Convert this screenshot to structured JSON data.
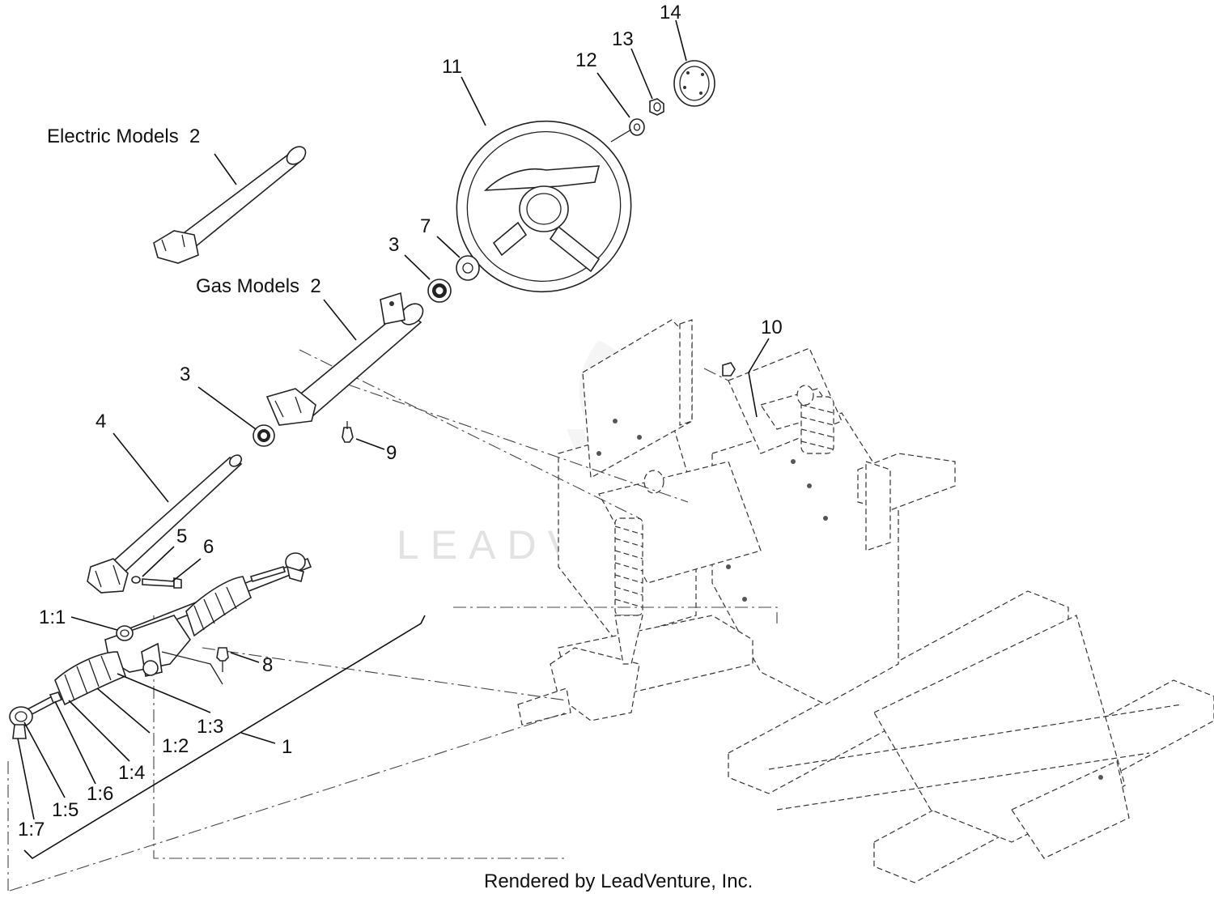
{
  "watermark": {
    "text": "LEADVENTURE"
  },
  "footer": {
    "credit": "Rendered by LeadVenture, Inc."
  },
  "callouts": [
    {
      "id": "c14",
      "text": "14"
    },
    {
      "id": "c13",
      "text": "13"
    },
    {
      "id": "c12",
      "text": "12"
    },
    {
      "id": "c11",
      "text": "11"
    },
    {
      "id": "c-electric",
      "text": "Electric Models  2"
    },
    {
      "id": "c7",
      "text": "7"
    },
    {
      "id": "c3a",
      "text": "3"
    },
    {
      "id": "c-gas",
      "text": "Gas Models  2"
    },
    {
      "id": "c10",
      "text": "10"
    },
    {
      "id": "c3b",
      "text": "3"
    },
    {
      "id": "c4",
      "text": "4"
    },
    {
      "id": "c9",
      "text": "9"
    },
    {
      "id": "c5",
      "text": "5"
    },
    {
      "id": "c6",
      "text": "6"
    },
    {
      "id": "c1-1",
      "text": "1:1"
    },
    {
      "id": "c8",
      "text": "8"
    },
    {
      "id": "c1-3",
      "text": "1:3"
    },
    {
      "id": "c1",
      "text": "1"
    },
    {
      "id": "c1-2",
      "text": "1:2"
    },
    {
      "id": "c1-4",
      "text": "1:4"
    },
    {
      "id": "c1-6",
      "text": "1:6"
    },
    {
      "id": "c1-5",
      "text": "1:5"
    },
    {
      "id": "c1-7",
      "text": "1:7"
    }
  ]
}
